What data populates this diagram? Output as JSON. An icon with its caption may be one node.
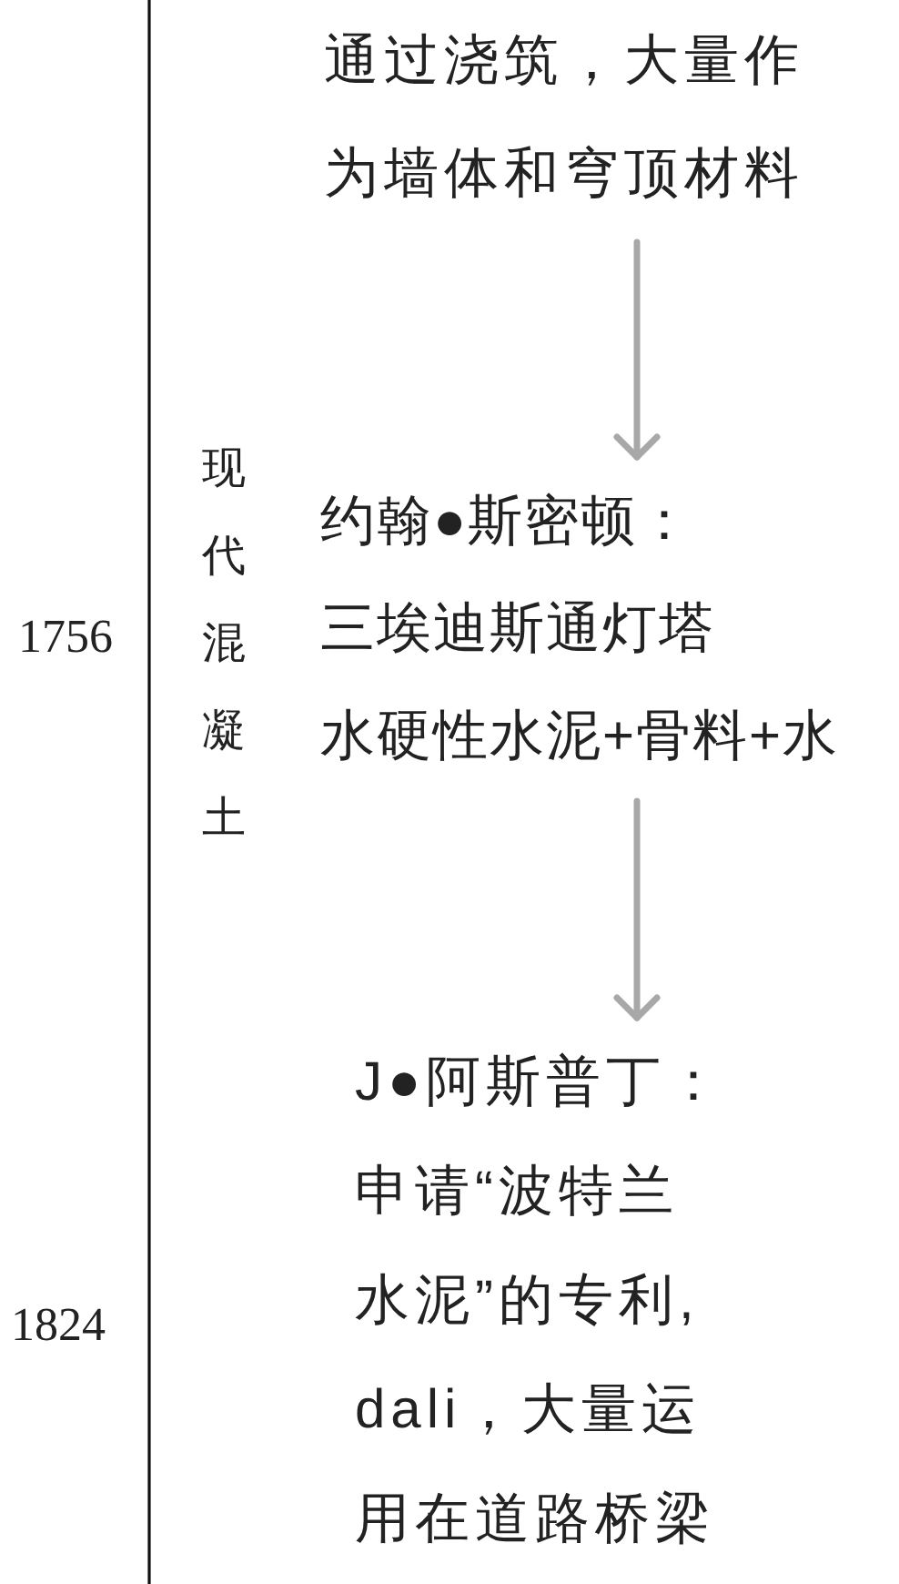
{
  "diagram": {
    "nodes": [
      {
        "text": [
          "通过浇筑，大量作为墙体和穹顶材料"
        ]
      },
      {
        "text": [
          "约翰●斯密顿：",
          "三埃迪斯通灯塔",
          "水硬性水泥+骨料+水"
        ]
      },
      {
        "text": [
          "J●阿斯普丁：",
          "申请“波特兰水泥”的专利,dali，大量运用在道路桥梁"
        ]
      }
    ],
    "edges": [
      {
        "from": 0,
        "to": 1,
        "arrow": "to"
      },
      {
        "from": 1,
        "to": 2,
        "arrow": "to"
      }
    ],
    "labels": [
      "现代混凝土",
      "1756",
      "1824"
    ]
  }
}
